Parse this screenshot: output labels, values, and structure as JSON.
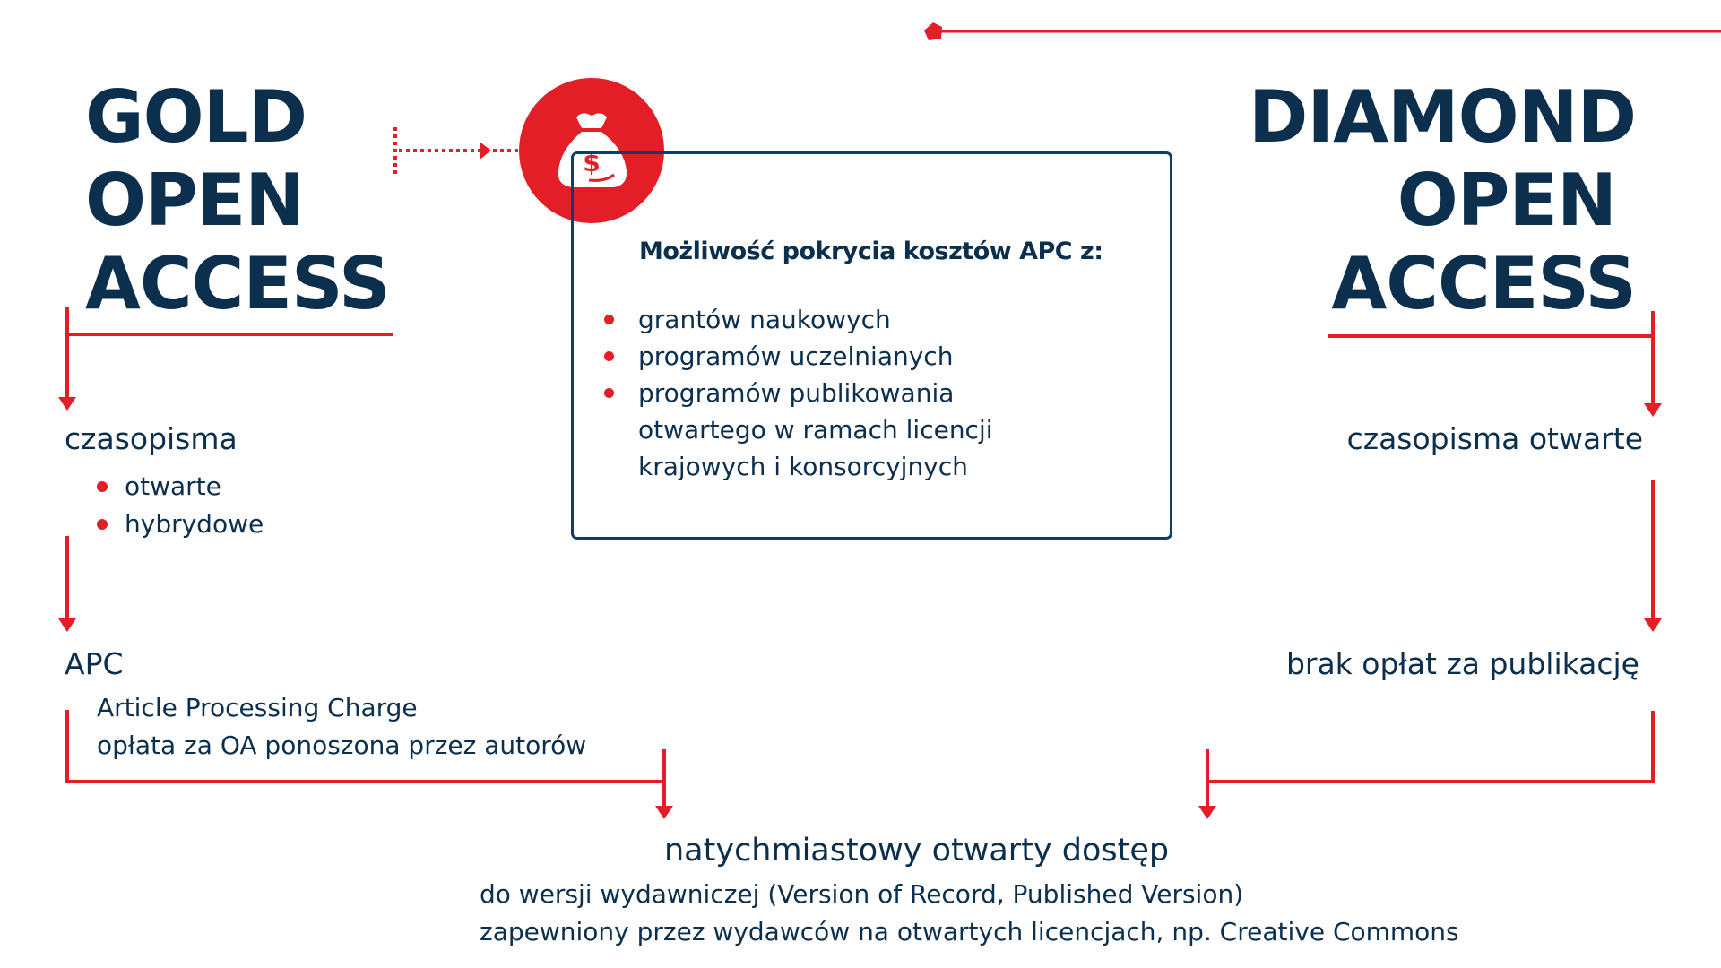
{
  "colors": {
    "navy": "#0b2f4d",
    "red": "#e31e26",
    "box_border": "#0d3e6b"
  },
  "gold": {
    "title_lines": [
      "GOLD",
      "OPEN",
      "ACCESS"
    ],
    "journals_label": "czasopisma",
    "journal_types": [
      "otwarte",
      "hybrydowe"
    ],
    "apc_label": "APC",
    "apc_lines": [
      "Article Processing Charge",
      "opłata za OA ponoszona przez autorów"
    ]
  },
  "diamond": {
    "title_lines": [
      "DIAMOND",
      "OPEN",
      "ACCESS"
    ],
    "journals_label": "czasopisma otwarte",
    "fee_label": "brak opłat za publikację"
  },
  "apc_funding": {
    "icon": "money-bag-icon",
    "heading": "Możliwość pokrycia kosztów APC z:",
    "items": [
      [
        "grantów naukowych"
      ],
      [
        "programów uczelnianych"
      ],
      [
        "programów publikowania",
        "otwartego w ramach licencji",
        "krajowych i konsorcyjnych"
      ]
    ]
  },
  "result": {
    "title": "natychmiastowy otwarty dostęp",
    "lines": [
      "do wersji wydawniczej (Version of Record, Published Version)",
      "zapewniony przez wydawców na otwartych licencjach, np. Creative Commons"
    ]
  }
}
